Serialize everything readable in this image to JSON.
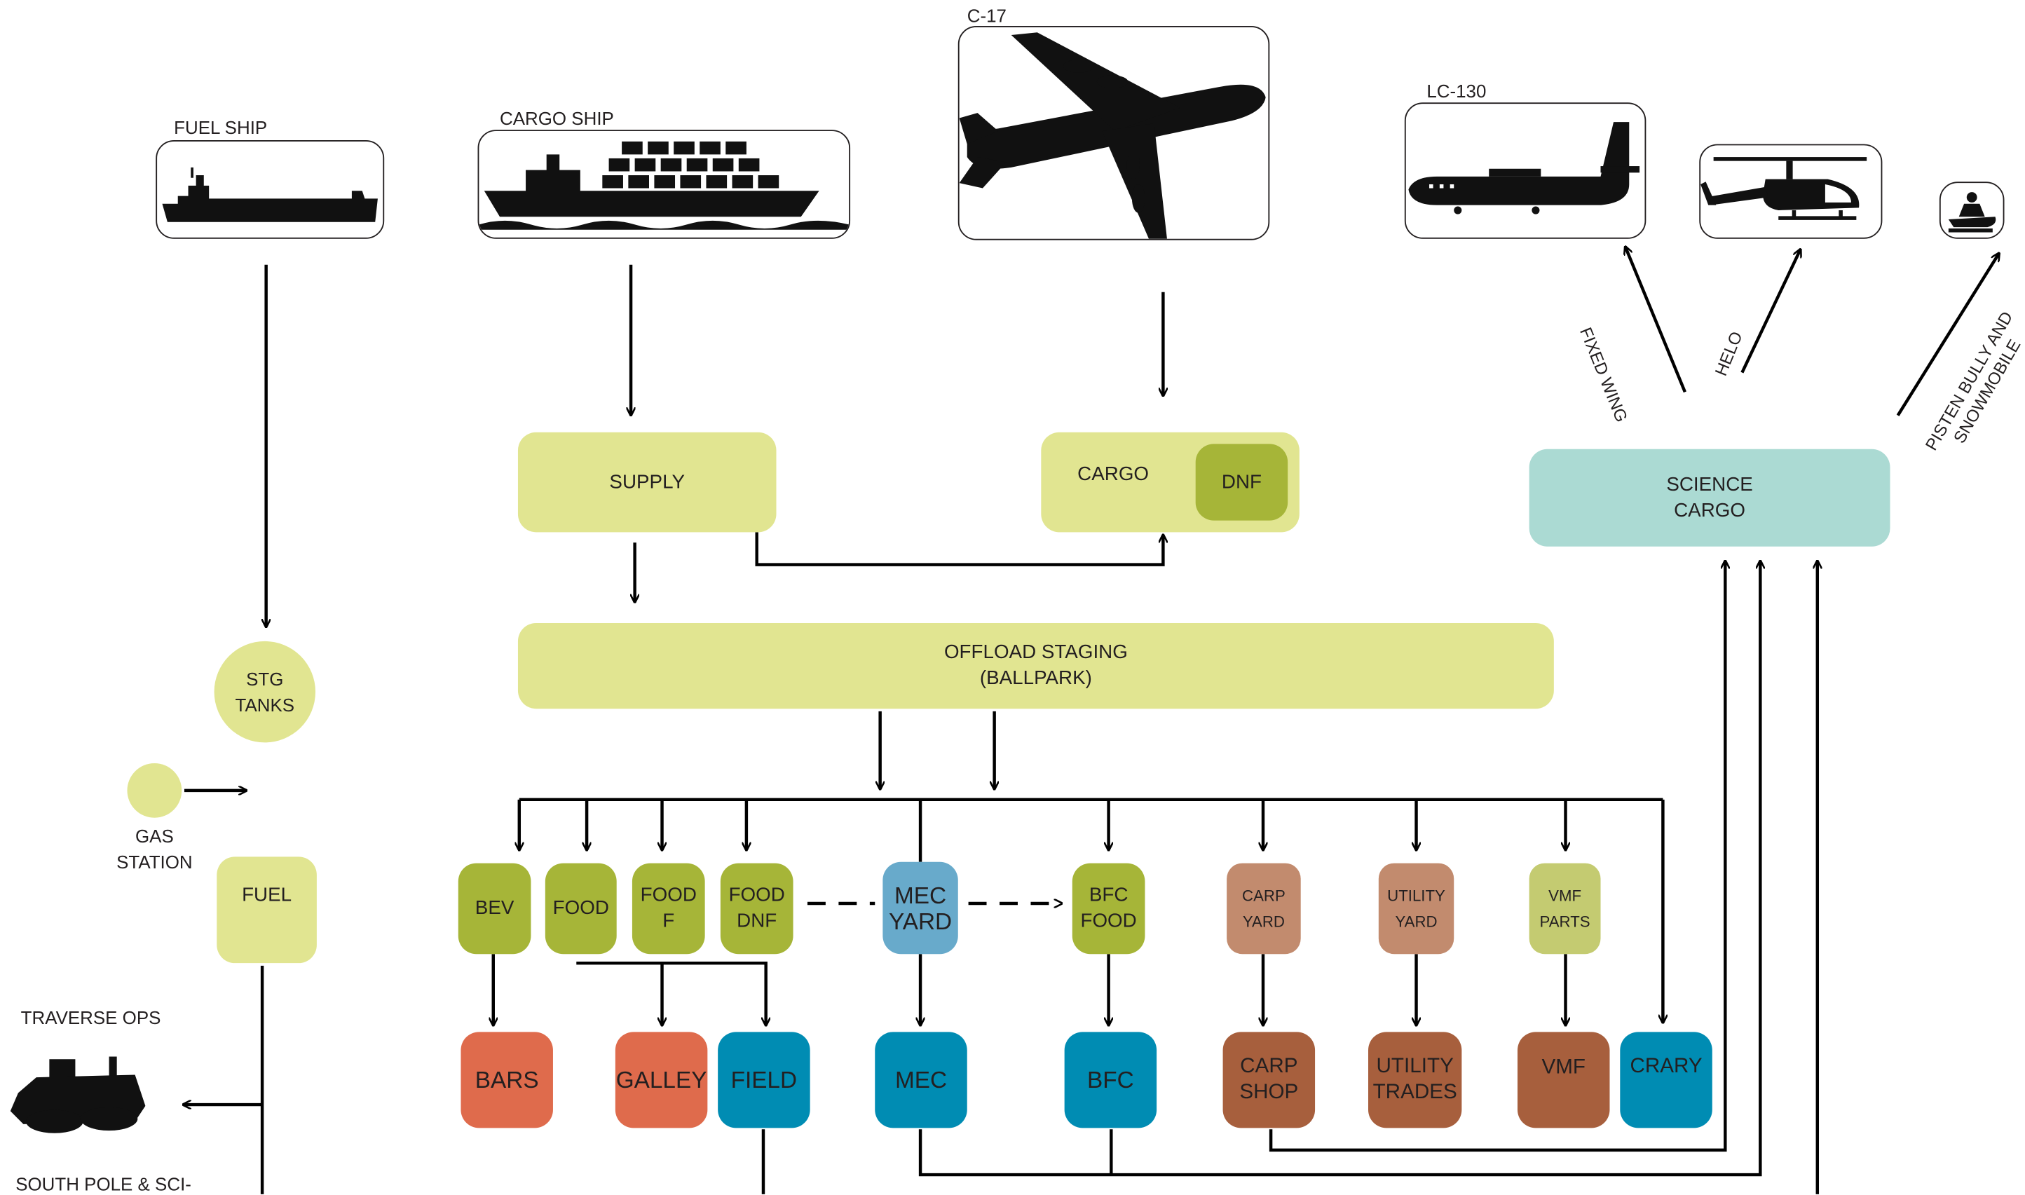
{
  "vehicles": {
    "fuel_ship": "FUEL SHIP",
    "cargo_ship": "CARGO SHIP",
    "c17": "C-17",
    "lc130": "LC-130",
    "helo_label": "HELO",
    "fixed_wing_label": "FIXED WING",
    "pisten_label": "PISTEN BULLY AND\nSNOWMOBILE"
  },
  "nodes": {
    "supply": "SUPPLY",
    "cargo": "CARGO",
    "dnf": "DNF",
    "science_cargo": "SCIENCE\nCARGO",
    "offload_staging": "OFFLOAD STAGING\n(BALLPARK)",
    "stg_tanks": "STG\nTANKS",
    "gas_station": "GAS\nSTATION",
    "fuel": "FUEL",
    "bev": "BEV",
    "food": "FOOD",
    "food_f": "FOOD\nF",
    "food_dnf": "FOOD\nDNF",
    "mec_yard": "MEC\nYARD",
    "bfc_food": "BFC\nFOOD",
    "carp_yard": "CARP\nYARD",
    "utility_yard": "UTILITY\nYARD",
    "vmf_parts": "VMF\nPARTS",
    "bars": "BARS",
    "galley": "GALLEY",
    "field": "FIELD",
    "mec": "MEC",
    "bfc": "BFC",
    "carp_shop": "CARP\nSHOP",
    "utility_trades": "UTILITY\nTRADES",
    "vmf": "VMF",
    "crary": "CRARY",
    "traverse_ops": "TRAVERSE OPS",
    "south_pole": "SOUTH POLE & SCI-"
  },
  "colors": {
    "staging": "#e1e591",
    "category": "#a6b538",
    "science": "#abdad3",
    "mec_yard": "#68aacb",
    "destination_orange": "#df6b4c",
    "destination_blue": "#008cb3",
    "destination_brown": "#a75f3d",
    "yard_tan": "#c28b6e",
    "vmf_parts": "#c4cb71",
    "line": "#000000"
  },
  "icons": {
    "fuel_ship": "tanker-silhouette-icon",
    "cargo_ship": "container-ship-icon",
    "c17": "jet-airplane-icon",
    "lc130": "propeller-plane-icon",
    "helo": "helicopter-icon",
    "snowmobile": "snowmobile-icon",
    "traverse": "tractor-train-icon"
  }
}
